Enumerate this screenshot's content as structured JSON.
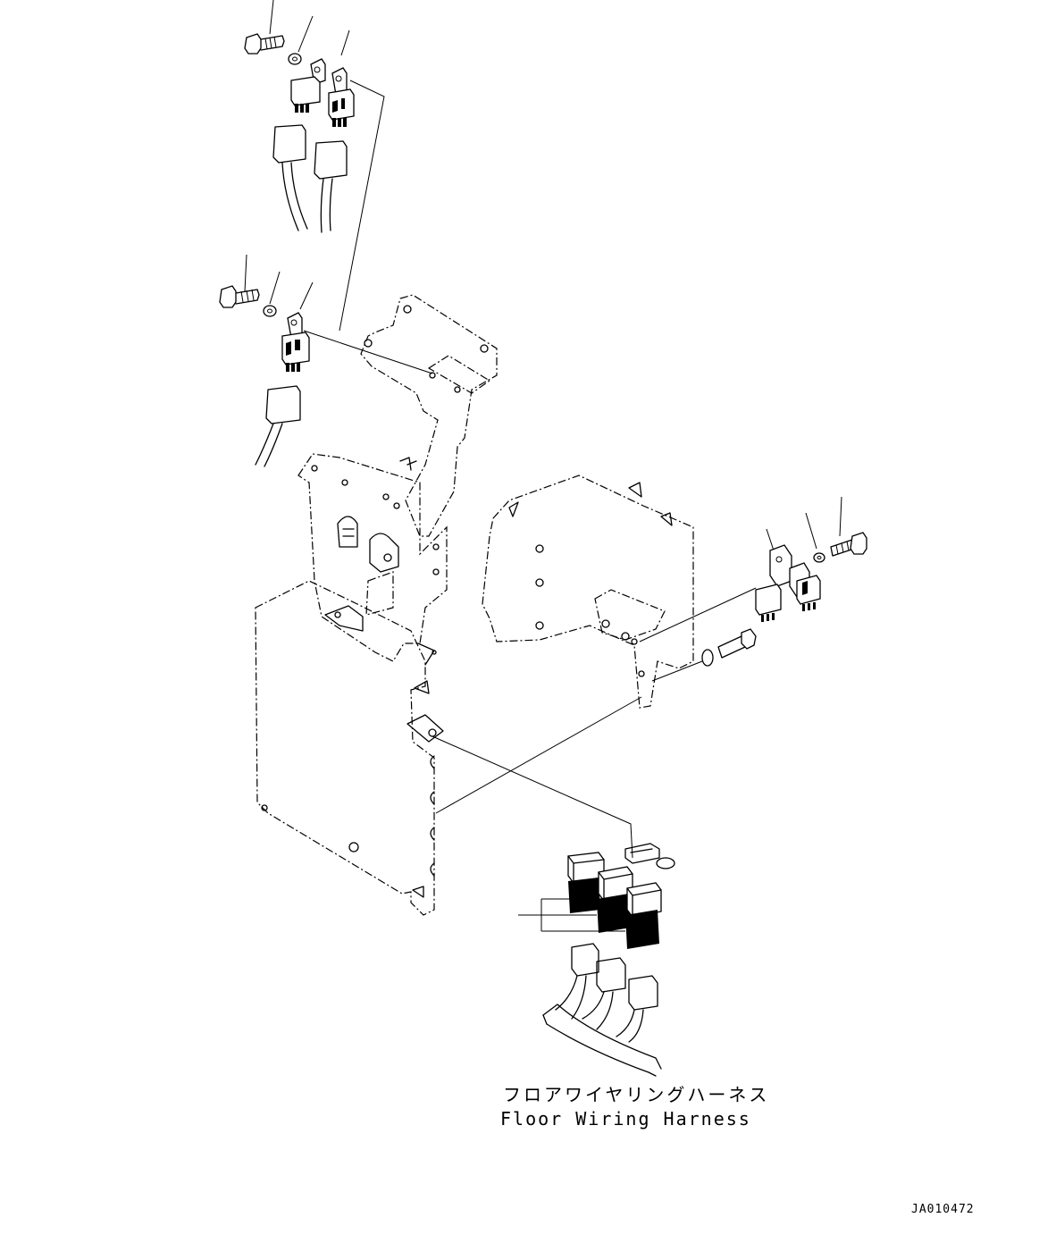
{
  "harness_label": {
    "japanese": "フロアワイヤリングハーネス",
    "english": "Floor Wiring Harness"
  },
  "drawing_number": "JA010472"
}
